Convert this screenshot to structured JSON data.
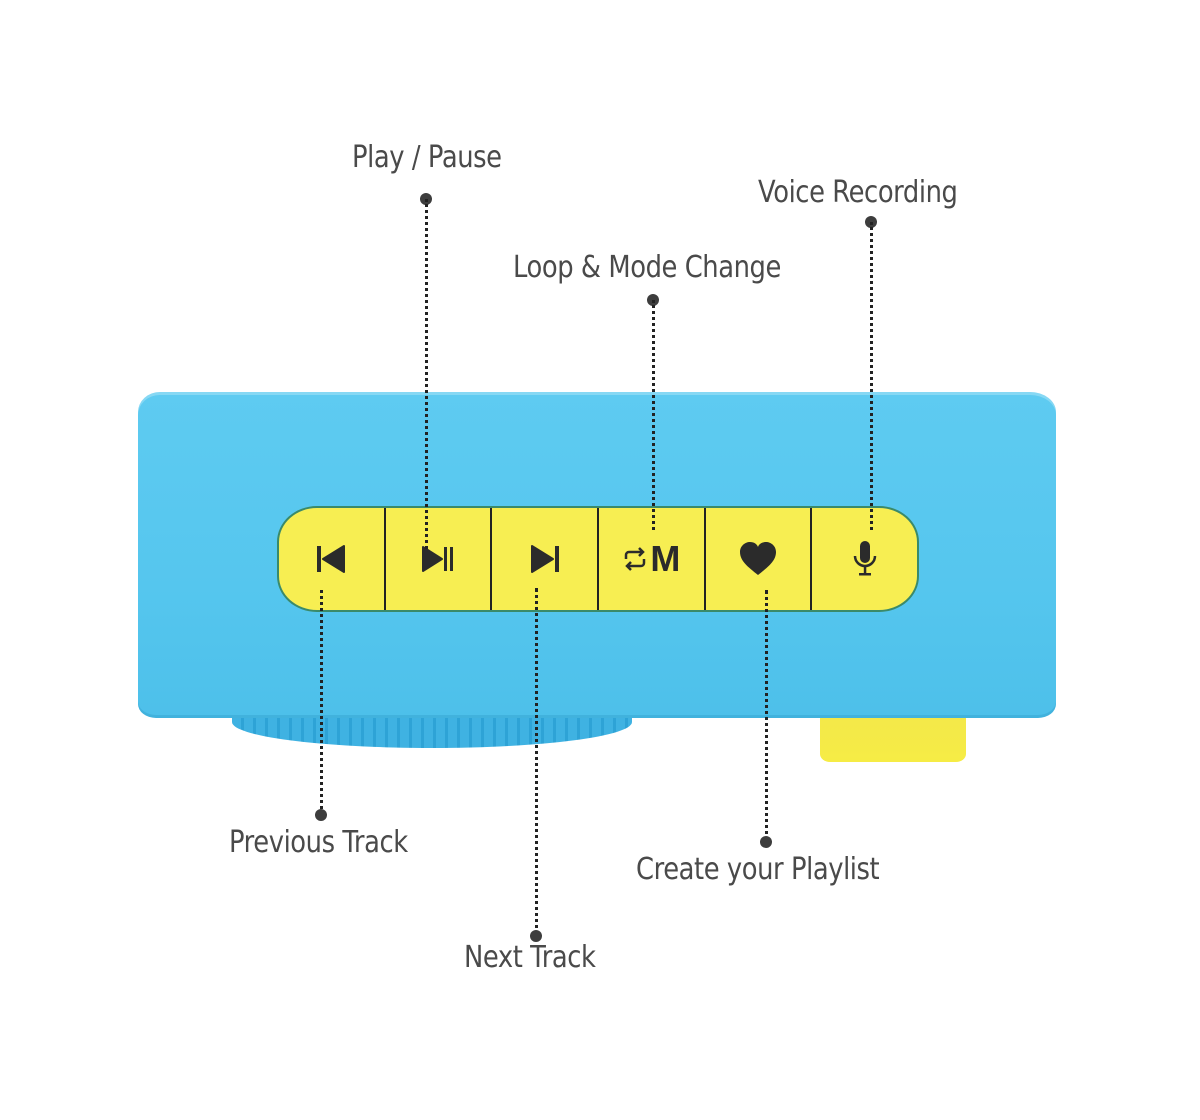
{
  "diagram": {
    "title": "Speaker control panel",
    "colors": {
      "body": "#55c6ee",
      "panel": "#f7ee52",
      "icon": "#2b2b2b",
      "label_text": "#4a4a4a",
      "leader": "#222222"
    },
    "buttons": [
      {
        "id": "previous",
        "icon": "skip-previous-icon"
      },
      {
        "id": "play-pause",
        "icon": "play-pause-icon"
      },
      {
        "id": "next",
        "icon": "skip-next-icon"
      },
      {
        "id": "loop-mode",
        "icon": "repeat-icon",
        "text": "M"
      },
      {
        "id": "playlist",
        "icon": "heart-icon"
      },
      {
        "id": "voice",
        "icon": "microphone-icon"
      }
    ],
    "callouts": {
      "play_pause": "Play / Pause",
      "voice_recording": "Voice Recording",
      "loop_mode": "Loop & Mode Change",
      "previous_track": "Previous Track",
      "next_track": "Next Track",
      "create_playlist": "Create your Playlist"
    }
  }
}
